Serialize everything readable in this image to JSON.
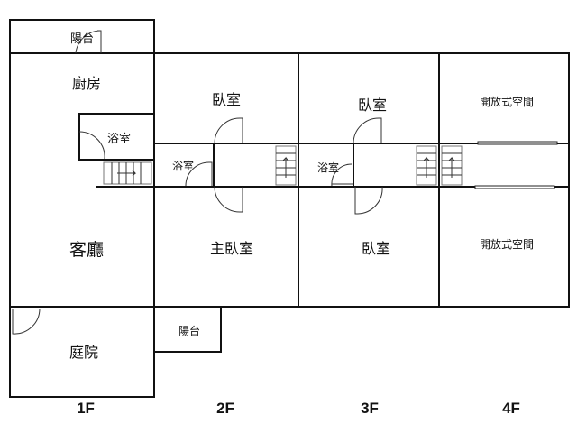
{
  "floors": {
    "f1": {
      "label": "1F",
      "balcony": "陽台",
      "kitchen": "廚房",
      "bath": "浴室",
      "living": "客廳",
      "yard": "庭院"
    },
    "f2": {
      "label": "2F",
      "bedroom": "臥室",
      "bath": "浴室",
      "master": "主臥室",
      "balcony": "陽台"
    },
    "f3": {
      "label": "3F",
      "bedroom_top": "臥室",
      "bath": "浴室",
      "bedroom_bottom": "臥室"
    },
    "f4": {
      "label": "4F",
      "open_top": "開放式空間",
      "open_bottom": "開放式空間"
    }
  }
}
